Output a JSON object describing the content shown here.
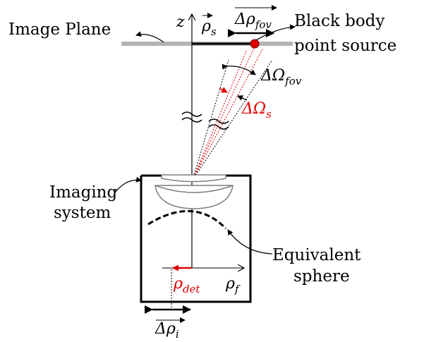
{
  "labels": {
    "image_plane": "Image Plane",
    "black_body_line1": "Black body",
    "black_body_line2": "point source",
    "imaging_system_line1": "Imaging",
    "imaging_system_line2": "system",
    "equivalent_line1": "Equivalent",
    "equivalent_line2": "sphere"
  },
  "symbols": {
    "z_axis": "z",
    "rho_s": {
      "base": "ρ",
      "sub": "s"
    },
    "delta_rho_fov": {
      "base": "Δρ",
      "sub": "fov"
    },
    "delta_omega_fov": {
      "base": "ΔΩ",
      "sub": "fov"
    },
    "delta_omega_s": {
      "base": "ΔΩ",
      "sub": "s"
    },
    "rho_det": {
      "base": "ρ",
      "sub": "det"
    },
    "rho_f": {
      "base": "ρ",
      "sub": "f"
    },
    "delta_rho_i": {
      "base": "Δρ",
      "sub": "i"
    }
  },
  "colors": {
    "line": "#000000",
    "plane": "#b3b3b3",
    "accent": "#e00000",
    "lens": "#7f7f7f"
  }
}
